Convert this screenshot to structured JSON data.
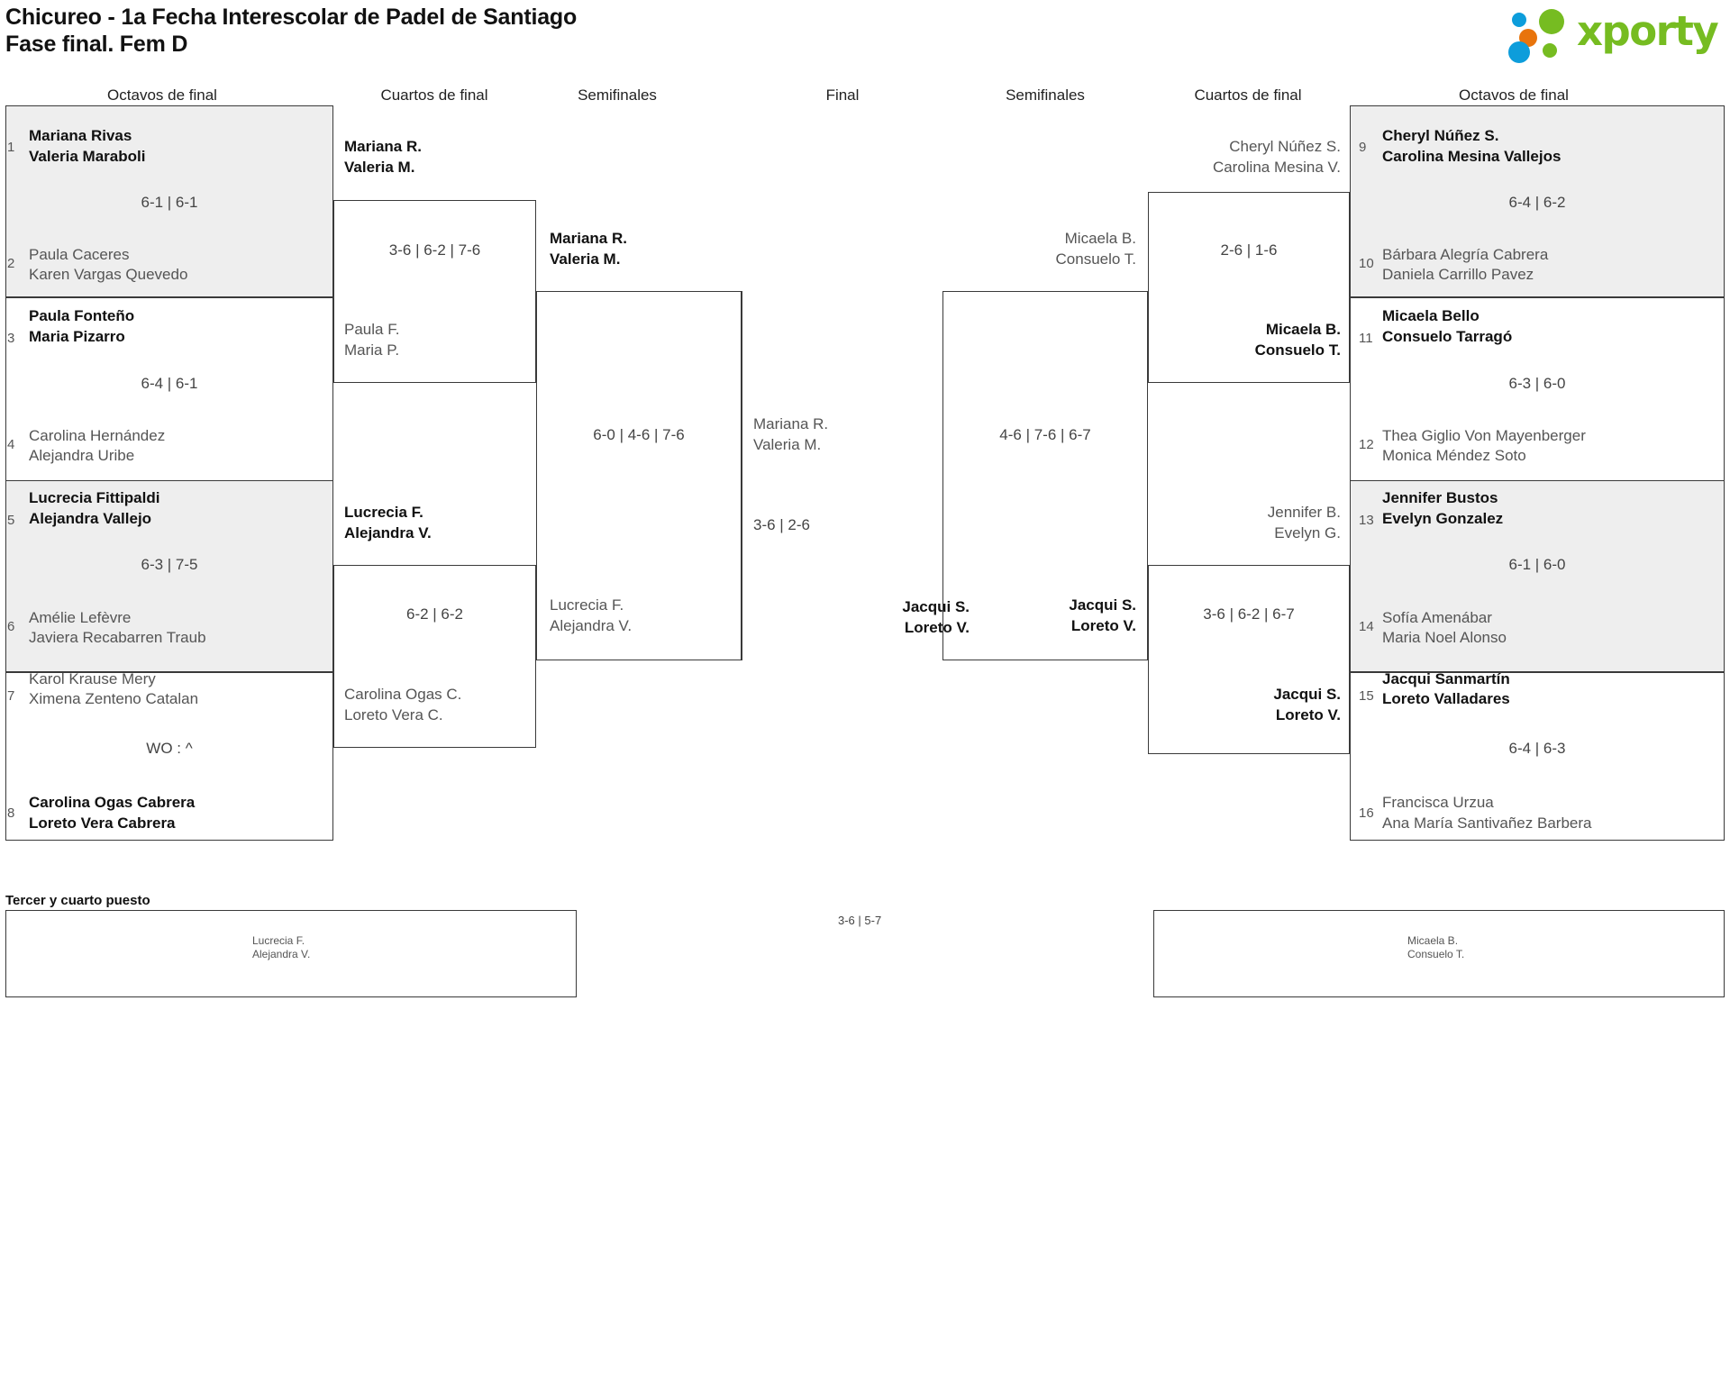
{
  "header": {
    "title_line1": "Chicureo - 1a Fecha Interescolar de Padel de Santiago",
    "title_line2": "Fase final. Fem D",
    "logo_text": "xporty",
    "logo_colors": {
      "green": "#76bc21",
      "blue": "#0d9ddb",
      "orange": "#e8740c"
    }
  },
  "round_labels": {
    "left_r16": "Octavos de final",
    "left_qf": "Cuartos de final",
    "left_sf": "Semifinales",
    "final": "Final",
    "right_sf": "Semifinales",
    "right_qf": "Cuartos de final",
    "right_r16": "Octavos de final"
  },
  "left_r16": [
    {
      "seed": "1",
      "p1": "Mariana Rivas",
      "p2": "Valeria Maraboli",
      "winner": true
    },
    {
      "seed": "2",
      "p1": "Paula Caceres",
      "p2": "Karen Vargas Quevedo",
      "winner": false
    },
    {
      "seed": "3",
      "p1": "Paula Fonteño",
      "p2": "Maria Pizarro",
      "winner": true
    },
    {
      "seed": "4",
      "p1": "Carolina Hernández",
      "p2": "Alejandra Uribe",
      "winner": false
    },
    {
      "seed": "5",
      "p1": "Lucrecia Fittipaldi",
      "p2": "Alejandra Vallejo",
      "winner": true
    },
    {
      "seed": "6",
      "p1": "Amélie Lefèvre",
      "p2": "Javiera Recabarren Traub",
      "winner": false
    },
    {
      "seed": "7",
      "p1": "Karol Krause Mery",
      "p2": "Ximena Zenteno Catalan",
      "winner": false
    },
    {
      "seed": "8",
      "p1": "Carolina Ogas Cabrera",
      "p2": "Loreto Vera Cabrera",
      "winner": true
    }
  ],
  "left_r16_scores": [
    "6-1 | 6-1",
    "6-4 | 6-1",
    "6-3 | 7-5",
    "WO : ^"
  ],
  "left_qf": [
    {
      "p1": "Mariana R.",
      "p2": "Valeria M.",
      "winner": true
    },
    {
      "p1": "Paula F.",
      "p2": "Maria P.",
      "winner": false
    },
    {
      "p1": "Lucrecia F.",
      "p2": "Alejandra V.",
      "winner": true
    },
    {
      "p1": "Carolina Ogas C.",
      "p2": "Loreto Vera C.",
      "winner": false
    }
  ],
  "left_qf_scores": [
    "3-6 | 6-2 | 7-6",
    "6-2 | 6-2"
  ],
  "left_sf": [
    {
      "p1": "Mariana R.",
      "p2": "Valeria M.",
      "winner": true
    },
    {
      "p1": "Lucrecia F.",
      "p2": "Alejandra V.",
      "winner": false
    }
  ],
  "left_sf_score": "6-0 | 4-6 | 7-6",
  "final": {
    "left_team": {
      "p1": "Mariana R.",
      "p2": "Valeria M.",
      "winner": false
    },
    "right_team": {
      "p1": "Jacqui S.",
      "p2": "Loreto V.",
      "winner": true
    },
    "score": "3-6 | 2-6"
  },
  "right_sf": [
    {
      "p1": "Micaela B.",
      "p2": "Consuelo T.",
      "winner": false
    },
    {
      "p1": "Jacqui S.",
      "p2": "Loreto V.",
      "winner": true
    }
  ],
  "right_sf_score": "4-6 | 7-6 | 6-7",
  "right_qf": [
    {
      "p1": "Cheryl Núñez S.",
      "p2": "Carolina Mesina V.",
      "winner": false
    },
    {
      "p1": "Micaela B.",
      "p2": "Consuelo T.",
      "winner": true
    },
    {
      "p1": "Jennifer B.",
      "p2": "Evelyn G.",
      "winner": false
    },
    {
      "p1": "Jacqui S.",
      "p2": "Loreto V.",
      "winner": true
    }
  ],
  "right_qf_scores": [
    "2-6 | 1-6",
    "3-6 | 6-2 | 6-7"
  ],
  "right_r16": [
    {
      "seed": "9",
      "p1": "Cheryl Núñez S.",
      "p2": "Carolina Mesina Vallejos",
      "winner": true
    },
    {
      "seed": "10",
      "p1": "Bárbara Alegría Cabrera",
      "p2": "Daniela Carrillo Pavez",
      "winner": false
    },
    {
      "seed": "11",
      "p1": "Micaela Bello",
      "p2": "Consuelo Tarragó",
      "winner": true
    },
    {
      "seed": "12",
      "p1": "Thea Giglio Von Mayenberger",
      "p2": "Monica Méndez Soto",
      "winner": false
    },
    {
      "seed": "13",
      "p1": "Jennifer Bustos",
      "p2": "Evelyn Gonzalez",
      "winner": true
    },
    {
      "seed": "14",
      "p1": "Sofía Amenábar",
      "p2": "Maria Noel Alonso",
      "winner": false
    },
    {
      "seed": "15",
      "p1": "Jacqui Sanmartín",
      "p2": "Loreto Valladares",
      "winner": true
    },
    {
      "seed": "16",
      "p1": "Francisca Urzua",
      "p2": "Ana María Santivañez Barbera",
      "winner": false
    }
  ],
  "right_r16_scores": [
    "6-4 | 6-2",
    "6-3 | 6-0",
    "6-1 | 6-0",
    "6-4 | 6-3"
  ],
  "third_place": {
    "title": "Tercer y cuarto puesto",
    "left_team": {
      "p1": "Lucrecia F.",
      "p2": "Alejandra V."
    },
    "right_team": {
      "p1": "Micaela B.",
      "p2": "Consuelo T."
    },
    "score": "3-6 | 5-7"
  }
}
